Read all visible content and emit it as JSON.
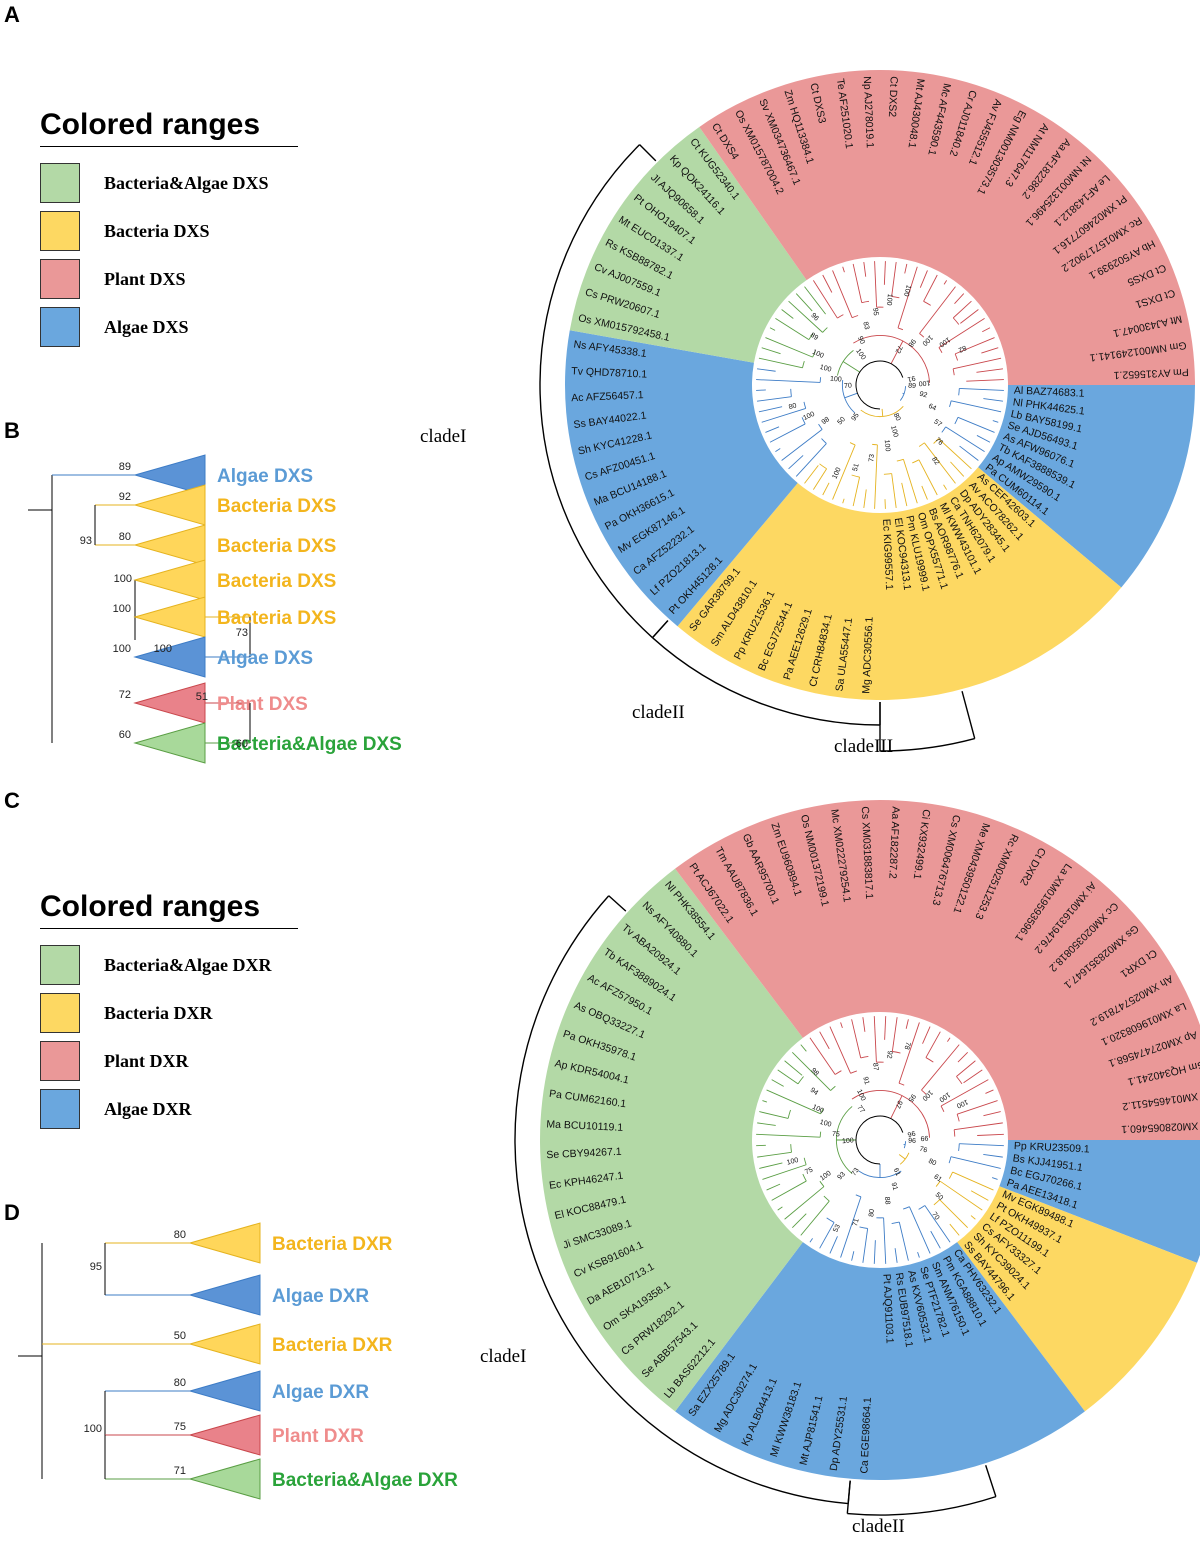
{
  "panels": {
    "a": "A",
    "b": "B",
    "c": "C",
    "d": "D"
  },
  "colors": {
    "green": "#b3d9a6",
    "yellow": "#fdd862",
    "red": "#ea9898",
    "blue": "#6aa7de",
    "lineGreen": "#5a9e44",
    "lineYellow": "#e5b31f",
    "lineRed": "#c9474c",
    "lineBlue": "#3d7cc6",
    "triGreen": "#a8d99a",
    "triYellow": "#ffd65a",
    "triRed": "#e9828a",
    "triBlue": "#5b93d6",
    "txtGreen": "#2aa33a",
    "txtYellow": "#f3b51d",
    "txtRed": "#ef8c8c",
    "txtBlue": "#5b9bd5"
  },
  "legendA": {
    "title": "Colored ranges",
    "items": [
      {
        "label": "Bacteria&Algae DXS",
        "color": "green"
      },
      {
        "label": "Bacteria DXS",
        "color": "yellow"
      },
      {
        "label": "Plant DXS",
        "color": "red"
      },
      {
        "label": "Algae DXS",
        "color": "blue"
      }
    ]
  },
  "legendC": {
    "title": "Colored ranges",
    "items": [
      {
        "label": "Bacteria&Algae DXR",
        "color": "green"
      },
      {
        "label": "Bacteria DXR",
        "color": "yellow"
      },
      {
        "label": "Plant DXR",
        "color": "red"
      },
      {
        "label": "Algae DXR",
        "color": "blue"
      }
    ]
  },
  "treeA": {
    "sectors": [
      {
        "color": "blue",
        "tips": [
          "Al BAZ74683.1",
          "Nl PHK44625.1",
          "Lb BAY58199.1",
          "Se AJD56493.1",
          "As AFW96076.1",
          "Tb KAF3888539.1",
          "Ap AMW29590.1",
          "Pa CUM60114.1"
        ]
      },
      {
        "color": "yellow",
        "tips": [
          "As CEF42603.1",
          "Av ACO78262.1",
          "Dp ADY28345.1",
          "Ca TNH62079.1",
          "Ml KWW43101.1",
          "Bs AOR98776.1",
          "Om OPX55771.1",
          "Pm KLU19999.1",
          "El KOC94313.1",
          "Ec KIG99557.1",
          "Mg ADC30556.1",
          "Sa ULA55447.1",
          "Ct CRH84834.1",
          "Pa AEE12629.1",
          "Bc EGJ72544.1",
          "Pp KRU21536.1",
          "Sm ALD43810.1",
          "Se GAR38799.1"
        ]
      },
      {
        "color": "blue",
        "tips": [
          "Pt OKH45128.1",
          "Lf PZO21813.1",
          "Ca AFZ52232.1",
          "Mv EGK87146.1",
          "Pa OKH36615.1",
          "Ma BCU14188.1",
          "Cs AFZ00451.1",
          "Sh KYC41228.1",
          "Ss BAY44022.1",
          "Ac AFZ56457.1",
          "Tv QHD78710.1",
          "Ns AFY45338.1"
        ]
      },
      {
        "color": "green",
        "tips": [
          "Os XM015792458.1",
          "Cs PRW20607.1",
          "Cv AJ007559.1",
          "Rs KSB88782.1",
          "Mt EUC01337.1",
          "Pt OHO19407.1",
          "Jl AJQ90658.1",
          "Kp QOK24116.1",
          "Ct KUG52340.1"
        ]
      },
      {
        "color": "red",
        "tips": [
          "Ct DXS4",
          "Os XM015787004.2",
          "Sv XM034736467.1",
          "Zm HQ113384.1",
          "Ct DXS3",
          "Te AF251020.1",
          "Np AJ278019.1",
          "Ct DXS2",
          "Mt AJ430048.1",
          "Mc AF443590.1",
          "Cr AJ011840.2",
          "Av FJ455512.1",
          "Eg NM001303573.1",
          "At NM117647.3",
          "Aa AF182286.2",
          "Nt NM001325496.1",
          "Le AF143812.1",
          "Pt XM024607716.1",
          "Rc XM015717902.2",
          "Hb AY502939.1",
          "Ct DXS5",
          "Ct DXS1",
          "Mt AJ430047.1",
          "Gm NM001249141.1",
          "Pm AY315652.1"
        ]
      }
    ],
    "clades": [
      {
        "label": "cladeI"
      },
      {
        "label": "cladeII"
      },
      {
        "label": "cladeIII"
      }
    ],
    "bootstraps": [
      "89",
      "92",
      "64",
      "57",
      "76",
      "82",
      "80",
      "100",
      "100",
      "73",
      "51",
      "100",
      "95",
      "50",
      "98",
      "100",
      "80",
      "70",
      "100",
      "100",
      "100",
      "89",
      "96",
      "100",
      "90",
      "83",
      "95",
      "100",
      "100",
      "72",
      "98",
      "100",
      "100",
      "82",
      "91",
      "100"
    ]
  },
  "treeC": {
    "sectors": [
      {
        "color": "blue",
        "tips": [
          "Pp KRU23509.1",
          "Bs KJJ41951.1",
          "Bc EGJ70266.1",
          "Pa AEE13418.1"
        ]
      },
      {
        "color": "yellow",
        "tips": [
          "Mv EGK89488.1",
          "Pt OKH49937.1",
          "Lf PZO11199.1",
          "Cs AFY33327.1",
          "Sh KYC39024.1",
          "Ss BAY44796.1"
        ]
      },
      {
        "color": "blue",
        "tips": [
          "Ca PHV63232.1",
          "Pm KGA88810.1",
          "Sm ANM76150.1",
          "Se PTF21782.1",
          "As KXV60532.1",
          "Rs EUB97518.1",
          "Pt AJQ91103.1",
          "Ca EGE98664.1",
          "Dp ADY25531.1",
          "Mt AJP81541.1",
          "Ml KWW38183.1",
          "Kp ALB04413.1",
          "Mg ADC30274.1",
          "Sa EZX25789.1"
        ]
      },
      {
        "color": "green",
        "tips": [
          "Lb BAS62212.1",
          "Se ABB57543.1",
          "Cs PRW18292.1",
          "Om SKA19358.1",
          "Da AEB10713.1",
          "Cv KSB91604.1",
          "Ji SMC33089.1",
          "El KOC88479.1",
          "Ec KPH46247.1",
          "Se CBY94267.1",
          "Ma BCU10119.1",
          "Pa CUM62160.1",
          "Ap KDR54004.1",
          "Pa OKH35978.1",
          "As OBQ33227.1",
          "Ac AFZ57950.1",
          "Tb KAF3889024.1",
          "Tv ABA20924.1",
          "Ns AFY40880.1",
          "Nl PHK38554.1"
        ]
      },
      {
        "color": "red",
        "tips": [
          "Pt ACJ67022.1",
          "Tm AAU87836.1",
          "Gb AAR95700.1",
          "Zm EU960894.1",
          "Os NM001372199.1",
          "Mc XM022279254.1",
          "Cs XM031883817.1",
          "Aa AF182287.2",
          "Ci KX932499.1",
          "Cs XM006476713.3",
          "Me XM043950122.1",
          "Rc XM002511253.3",
          "Ct DXR2",
          "La XM019593596.1",
          "Ai XM016319476.2",
          "Cc XM020350818.2",
          "Gs XM028351647.1",
          "Ct DXR1",
          "Ah XM025747819.2",
          "La XM019608320.1",
          "Ap XM027474568.1",
          "Gm HQ340241.1",
          "Vr XM014654511.2",
          "Vu XM028065460.1"
        ]
      }
    ],
    "clades": [
      {
        "label": "cladeI"
      },
      {
        "label": "cladeII"
      }
    ],
    "bootstraps": [
      "96",
      "76",
      "80",
      "61",
      "50",
      "70",
      "61",
      "91",
      "88",
      "80",
      "71",
      "53",
      "73",
      "93",
      "100",
      "75",
      "100",
      "100",
      "75",
      "100",
      "100",
      "94",
      "98",
      "77",
      "100",
      "91",
      "87",
      "92",
      "78",
      "97",
      "95",
      "100",
      "100",
      "100",
      "96",
      "99"
    ]
  },
  "treeB": {
    "rows": [
      {
        "label": "Algae DXS",
        "color": "Blue",
        "value": "89"
      },
      {
        "label": "Bacteria DXS",
        "color": "Yellow",
        "value": "92"
      },
      {
        "label": "Bacteria DXS",
        "color": "Yellow",
        "value": "80"
      },
      {
        "label": "Bacteria DXS",
        "color": "Yellow",
        "value": ""
      },
      {
        "label": "Bacteria DXS",
        "color": "Yellow",
        "value": "100"
      },
      {
        "label": "Algae DXS",
        "color": "Blue",
        "value": "100"
      },
      {
        "label": "Plant DXS",
        "color": "Red",
        "value": "72"
      },
      {
        "label": "Bacteria&Algae DXS",
        "color": "Green",
        "value": "60"
      }
    ],
    "internal": [
      "93",
      "100",
      "100",
      "73",
      "51",
      "60"
    ]
  },
  "treeD": {
    "rows": [
      {
        "label": "Bacteria DXR",
        "color": "Yellow",
        "value": "80"
      },
      {
        "label": "Algae DXR",
        "color": "Blue",
        "value": ""
      },
      {
        "label": "Bacteria DXR",
        "color": "Yellow",
        "value": "50"
      },
      {
        "label": "Algae DXR",
        "color": "Blue",
        "value": "80"
      },
      {
        "label": "Plant DXR",
        "color": "Red",
        "value": "75"
      },
      {
        "label": "Bacteria&Algae DXR",
        "color": "Green",
        "value": "71"
      }
    ],
    "internal": [
      "95",
      "100"
    ]
  }
}
